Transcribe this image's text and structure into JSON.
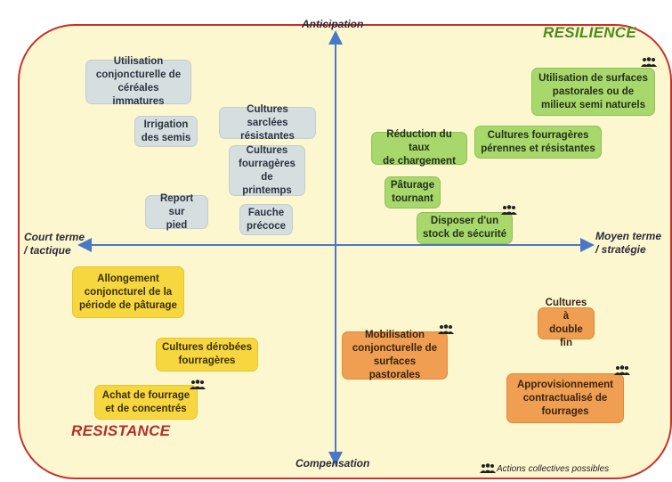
{
  "axes": {
    "top": "Anticipation",
    "bottom": "Compensation",
    "left": "Court terme\n/ tactique",
    "right": "Moyen terme\n/ stratégie"
  },
  "zones": {
    "resilience": "RESILIENCE",
    "resistance": "RESISTANCE"
  },
  "zone_colors": {
    "resilience": "#4b8b1e",
    "resistance": "#b0302a",
    "frame_border": "#c9302c",
    "background": "#fdf7cf",
    "axis": "#4a78c8"
  },
  "boxes": [
    {
      "id": "utilisation-cereales",
      "text": "Utilisation\nconjoncturelle de\ncéréales immatures",
      "color": "grey",
      "collective": false
    },
    {
      "id": "irrigation",
      "text": "Irrigation\ndes semis",
      "color": "grey",
      "collective": false
    },
    {
      "id": "cultures-sarclees",
      "text": "Cultures sarclées\nrésistantes",
      "color": "grey",
      "collective": false
    },
    {
      "id": "cultures-fourrageres-printemps",
      "text": "Cultures\nfourragères\nde printemps",
      "color": "grey",
      "collective": false
    },
    {
      "id": "report-sur-pied",
      "text": "Report sur\npied",
      "color": "grey",
      "collective": false
    },
    {
      "id": "fauche-precoce",
      "text": "Fauche\nprécoce",
      "color": "grey",
      "collective": false
    },
    {
      "id": "surfaces-pastorales",
      "text": "Utilisation de surfaces\npastorales ou de\nmilieux semi naturels",
      "color": "green",
      "collective": true
    },
    {
      "id": "reduction-chargement",
      "text": "Réduction du taux\nde chargement",
      "color": "green",
      "collective": false
    },
    {
      "id": "cultures-perennes",
      "text": "Cultures fourragères\npérennes et résistantes",
      "color": "green",
      "collective": false
    },
    {
      "id": "paturage-tournant",
      "text": "Pâturage\ntournant",
      "color": "green",
      "collective": false
    },
    {
      "id": "stock-securite",
      "text": "Disposer d'un\nstock de sécurité",
      "color": "green",
      "collective": true
    },
    {
      "id": "allongement-paturage",
      "text": "Allongement\nconjoncturel de la\npériode de pâturage",
      "color": "yellow",
      "collective": false
    },
    {
      "id": "cultures-derobees",
      "text": "Cultures dérobées\nfourragères",
      "color": "yellow",
      "collective": false
    },
    {
      "id": "achat-fourrage",
      "text": "Achat de fourrage\net de concentrés",
      "color": "yellow",
      "collective": true
    },
    {
      "id": "mobilisation-pastorales",
      "text": "Mobilisation\nconjoncturelle de\nsurfaces pastorales",
      "color": "orange",
      "collective": true
    },
    {
      "id": "cultures-double-fin",
      "text": "Cultures à\ndouble fin",
      "color": "orange",
      "collective": false
    },
    {
      "id": "approvisionnement",
      "text": "Approvisionnement\ncontractualisé de\nfourrages",
      "color": "orange",
      "collective": true
    }
  ],
  "legend": {
    "text": "Actions collectives possibles",
    "icon": "people-group-icon"
  }
}
